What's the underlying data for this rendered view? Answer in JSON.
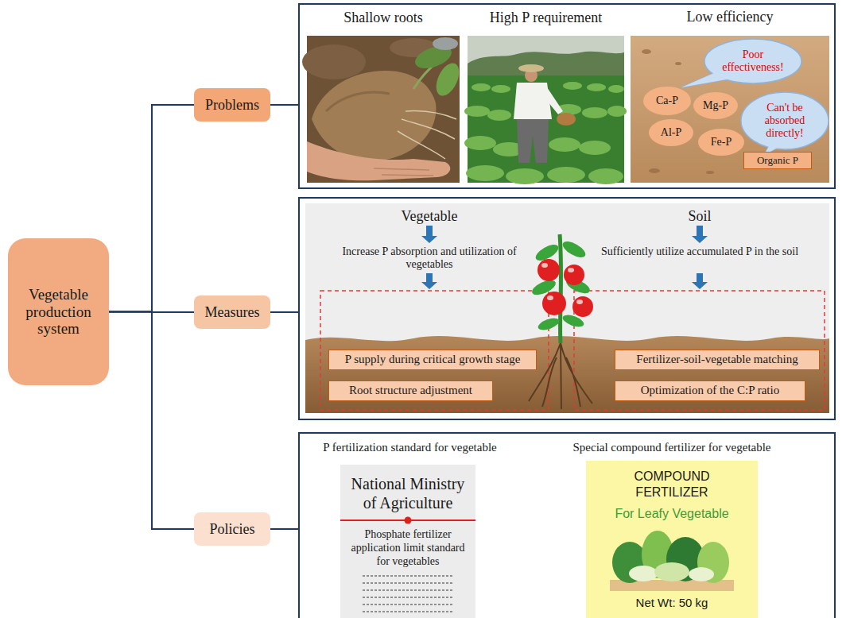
{
  "diagram": {
    "nodes": [
      {
        "text": [
          "Vegetable production system"
        ]
      },
      {
        "text": [
          "Problems"
        ]
      },
      {
        "text": [
          "Measures"
        ]
      },
      {
        "text": [
          "Policies"
        ]
      },
      {
        "text": [
          "Low efficiency"
        ]
      },
      {
        "text": [
          "Poor effectiveness!"
        ],
        "in": 4
      },
      {
        "text": [
          "Ca-P"
        ],
        "in": 4
      },
      {
        "text": [
          "Mg-P"
        ],
        "in": 4
      },
      {
        "text": [
          "Can't be absorbed directly!"
        ],
        "in": 4
      },
      {
        "text": [
          "Al-P"
        ],
        "in": 4
      },
      {
        "text": [
          "Fe-P"
        ],
        "in": 4
      },
      {
        "text": [
          "Organic P"
        ],
        "in": 4
      },
      {
        "text": [
          "P supply during critical growth stage"
        ]
      },
      {
        "text": [
          "Root structure adjustment"
        ]
      },
      {
        "text": [
          "Fertilizer-soil-vegetable matching"
        ]
      },
      {
        "text": [
          "Optimization of the C:P ratio"
        ]
      },
      {
        "text": [
          "National Ministry of Agriculture",
          "Phosphate fertilizer application limit standard for vegetables"
        ]
      },
      {
        "text": [
          "COMPOUND FERTILIZER",
          "For Leafy Vegetable",
          "Net Wt: 50 kg"
        ]
      }
    ],
    "edges": [
      {
        "from": 0,
        "to": 1,
        "arrow": "none"
      },
      {
        "from": 0,
        "to": 2,
        "arrow": "none"
      },
      {
        "from": 0,
        "to": 3,
        "arrow": "none"
      }
    ],
    "labels": [
      "Shallow roots",
      "High P requirement",
      "Vegetable",
      "Increase P absorption and utilization of vegetables",
      "Soil",
      "Sufficiently utilize accumulated P in the soil",
      "P fertilization standard for vegetable",
      "Special compound fertilizer for vegetable"
    ]
  }
}
